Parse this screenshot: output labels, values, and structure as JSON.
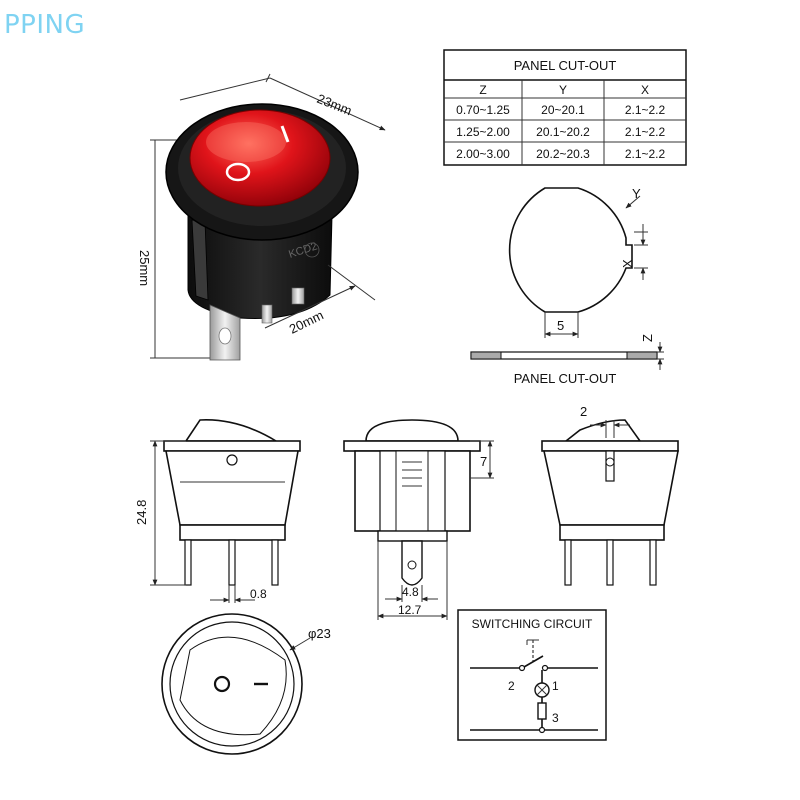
{
  "brand": "PPING",
  "product": {
    "dim_width": "23mm",
    "dim_height": "25mm",
    "dim_depth": "20mm",
    "marking": "KCD2",
    "rocker_on": "I",
    "rocker_off": "O"
  },
  "panel_table": {
    "title": "PANEL CUT-OUT",
    "headers": [
      "Z",
      "Y",
      "X"
    ],
    "rows": [
      [
        "0.70~1.25",
        "20~20.1",
        "2.1~2.2"
      ],
      [
        "1.25~2.00",
        "20.1~20.2",
        "2.1~2.2"
      ],
      [
        "2.00~3.00",
        "20.2~20.3",
        "2.1~2.2"
      ]
    ]
  },
  "cutout": {
    "label_y": "Y",
    "label_x": "X",
    "label_5": "5",
    "label_z": "Z",
    "caption": "PANEL CUT-OUT"
  },
  "views": {
    "height_dim": "24.8",
    "pin_width_dim": "0.8",
    "side_cap_dim": "7",
    "terminal_dim": "4.8",
    "base_dim": "12.7",
    "offset_dim": "2",
    "diameter_dim": "φ23"
  },
  "circuit": {
    "title": "SWITCHING CIRCUIT",
    "terminals": [
      "2",
      "1",
      "3"
    ]
  },
  "colors": {
    "brand": "#7fd3f2",
    "rocker_red": "#e0141a",
    "housing": "#1a1a1a"
  }
}
